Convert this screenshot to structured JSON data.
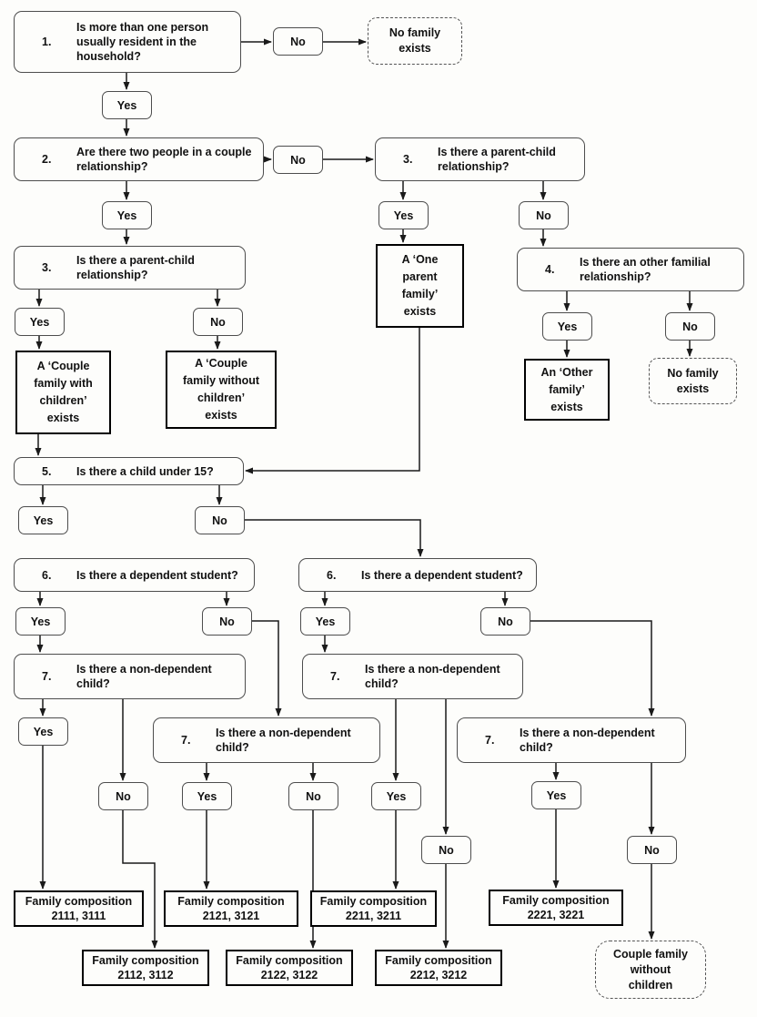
{
  "answers": {
    "yes": "Yes",
    "no": "No"
  },
  "questions": {
    "q1": {
      "num": "1.",
      "text": "Is more than one person usually resident in the household?"
    },
    "q2": {
      "num": "2.",
      "text": "Are there two people in a couple relationship?"
    },
    "q3a": {
      "num": "3.",
      "text": "Is there a parent-child relationship?"
    },
    "q3b": {
      "num": "3.",
      "text": "Is there a parent-child relationship?"
    },
    "q4": {
      "num": "4.",
      "text": "Is there an other familial relationship?"
    },
    "q5": {
      "num": "5.",
      "text": "Is there a child under 15?"
    },
    "q6a": {
      "num": "6.",
      "text": "Is there a dependent student?"
    },
    "q6b": {
      "num": "6.",
      "text": "Is there a dependent student?"
    },
    "q7a": {
      "num": "7.",
      "text": "Is there a non-dependent child?"
    },
    "q7b": {
      "num": "7.",
      "text": "Is there a non-dependent child?"
    },
    "q7c": {
      "num": "7.",
      "text": "Is there a non-dependent child?"
    },
    "q7d": {
      "num": "7.",
      "text": "Is there a non-dependent child?"
    }
  },
  "outcomes": {
    "no_family_1": [
      "No family",
      "exists"
    ],
    "no_family_2": [
      "No family",
      "exists"
    ],
    "couple_with_children": [
      "A ‘Couple",
      "family with",
      "children’",
      "exists"
    ],
    "couple_without_children": [
      "A ‘Couple",
      "family without",
      "children’",
      "exists"
    ],
    "one_parent_family": [
      "A ‘One",
      "parent",
      "family’",
      "exists"
    ],
    "other_family": [
      "An ‘Other",
      "family’",
      "exists"
    ],
    "couple_family_without_children": [
      "Couple family",
      "without",
      "children"
    ],
    "fc_2111": [
      "Family composition",
      "2111, 3111"
    ],
    "fc_2121": [
      "Family composition",
      "2121, 3121"
    ],
    "fc_2211": [
      "Family composition",
      "2211, 3211"
    ],
    "fc_2221": [
      "Family composition",
      "2221, 3221"
    ],
    "fc_2112": [
      "Family composition",
      "2112, 3112"
    ],
    "fc_2122": [
      "Family composition",
      "2122, 3122"
    ],
    "fc_2212": [
      "Family composition",
      "2212, 3212"
    ]
  },
  "colors": {
    "background": "#fdfdfb",
    "line": "#1a1a1a",
    "box_border": "#4d4d4d",
    "strong_border": "#000000",
    "text": "#111111"
  }
}
